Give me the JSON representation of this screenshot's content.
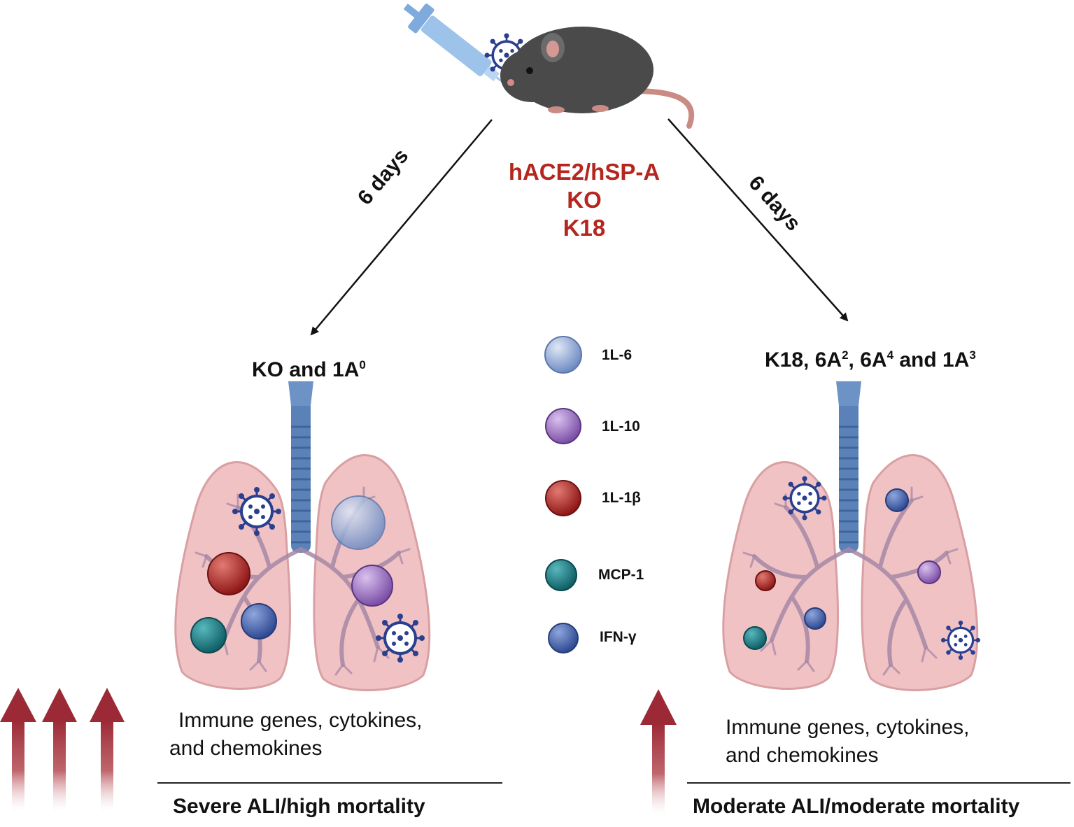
{
  "center_label": {
    "line1": "hACE2/hSP-A",
    "line2": "KO",
    "line3": "K18"
  },
  "arrows": {
    "left_label": "6 days",
    "right_label": "6 days"
  },
  "left_group": {
    "title_main": "KO and 1A",
    "title_sup": "0",
    "effect_line1": "Immune genes, cytokines,",
    "effect_line2": "and chemokines",
    "outcome": "Severe ALI/high mortality",
    "up_arrow_count": 3
  },
  "right_group": {
    "title_a": "K18,  6A",
    "sup_a": "2",
    "title_b": ", 6A",
    "sup_b": "4",
    "title_c": " and 1A",
    "sup_c": "3",
    "effect_line1": "Immune genes, cytokines,",
    "effect_line2": "and chemokines",
    "outcome": "Moderate ALI/moderate mortality",
    "up_arrow_count": 1
  },
  "legend": [
    {
      "label": "1L-6",
      "color": "#8fa8d4",
      "icon": "il6-sphere-icon"
    },
    {
      "label": "1L-10",
      "color": "#9b6fbf",
      "icon": "il10-sphere-icon"
    },
    {
      "label": "1L-1β",
      "color": "#b12a2a",
      "icon": "il1b-sphere-icon"
    },
    {
      "label": "MCP-1",
      "color": "#1f7f86",
      "icon": "mcp1-sphere-icon"
    },
    {
      "label": "IFN-γ",
      "color": "#4464ad",
      "icon": "ifng-sphere-icon"
    }
  ],
  "colors": {
    "accent_red": "#b5261e",
    "up_arrow": "#9c2a36",
    "lung": "#f0c2c4",
    "trachea": "#5b82b8",
    "mouse": "#4a4a4a",
    "virus": "#2b3f8f"
  }
}
